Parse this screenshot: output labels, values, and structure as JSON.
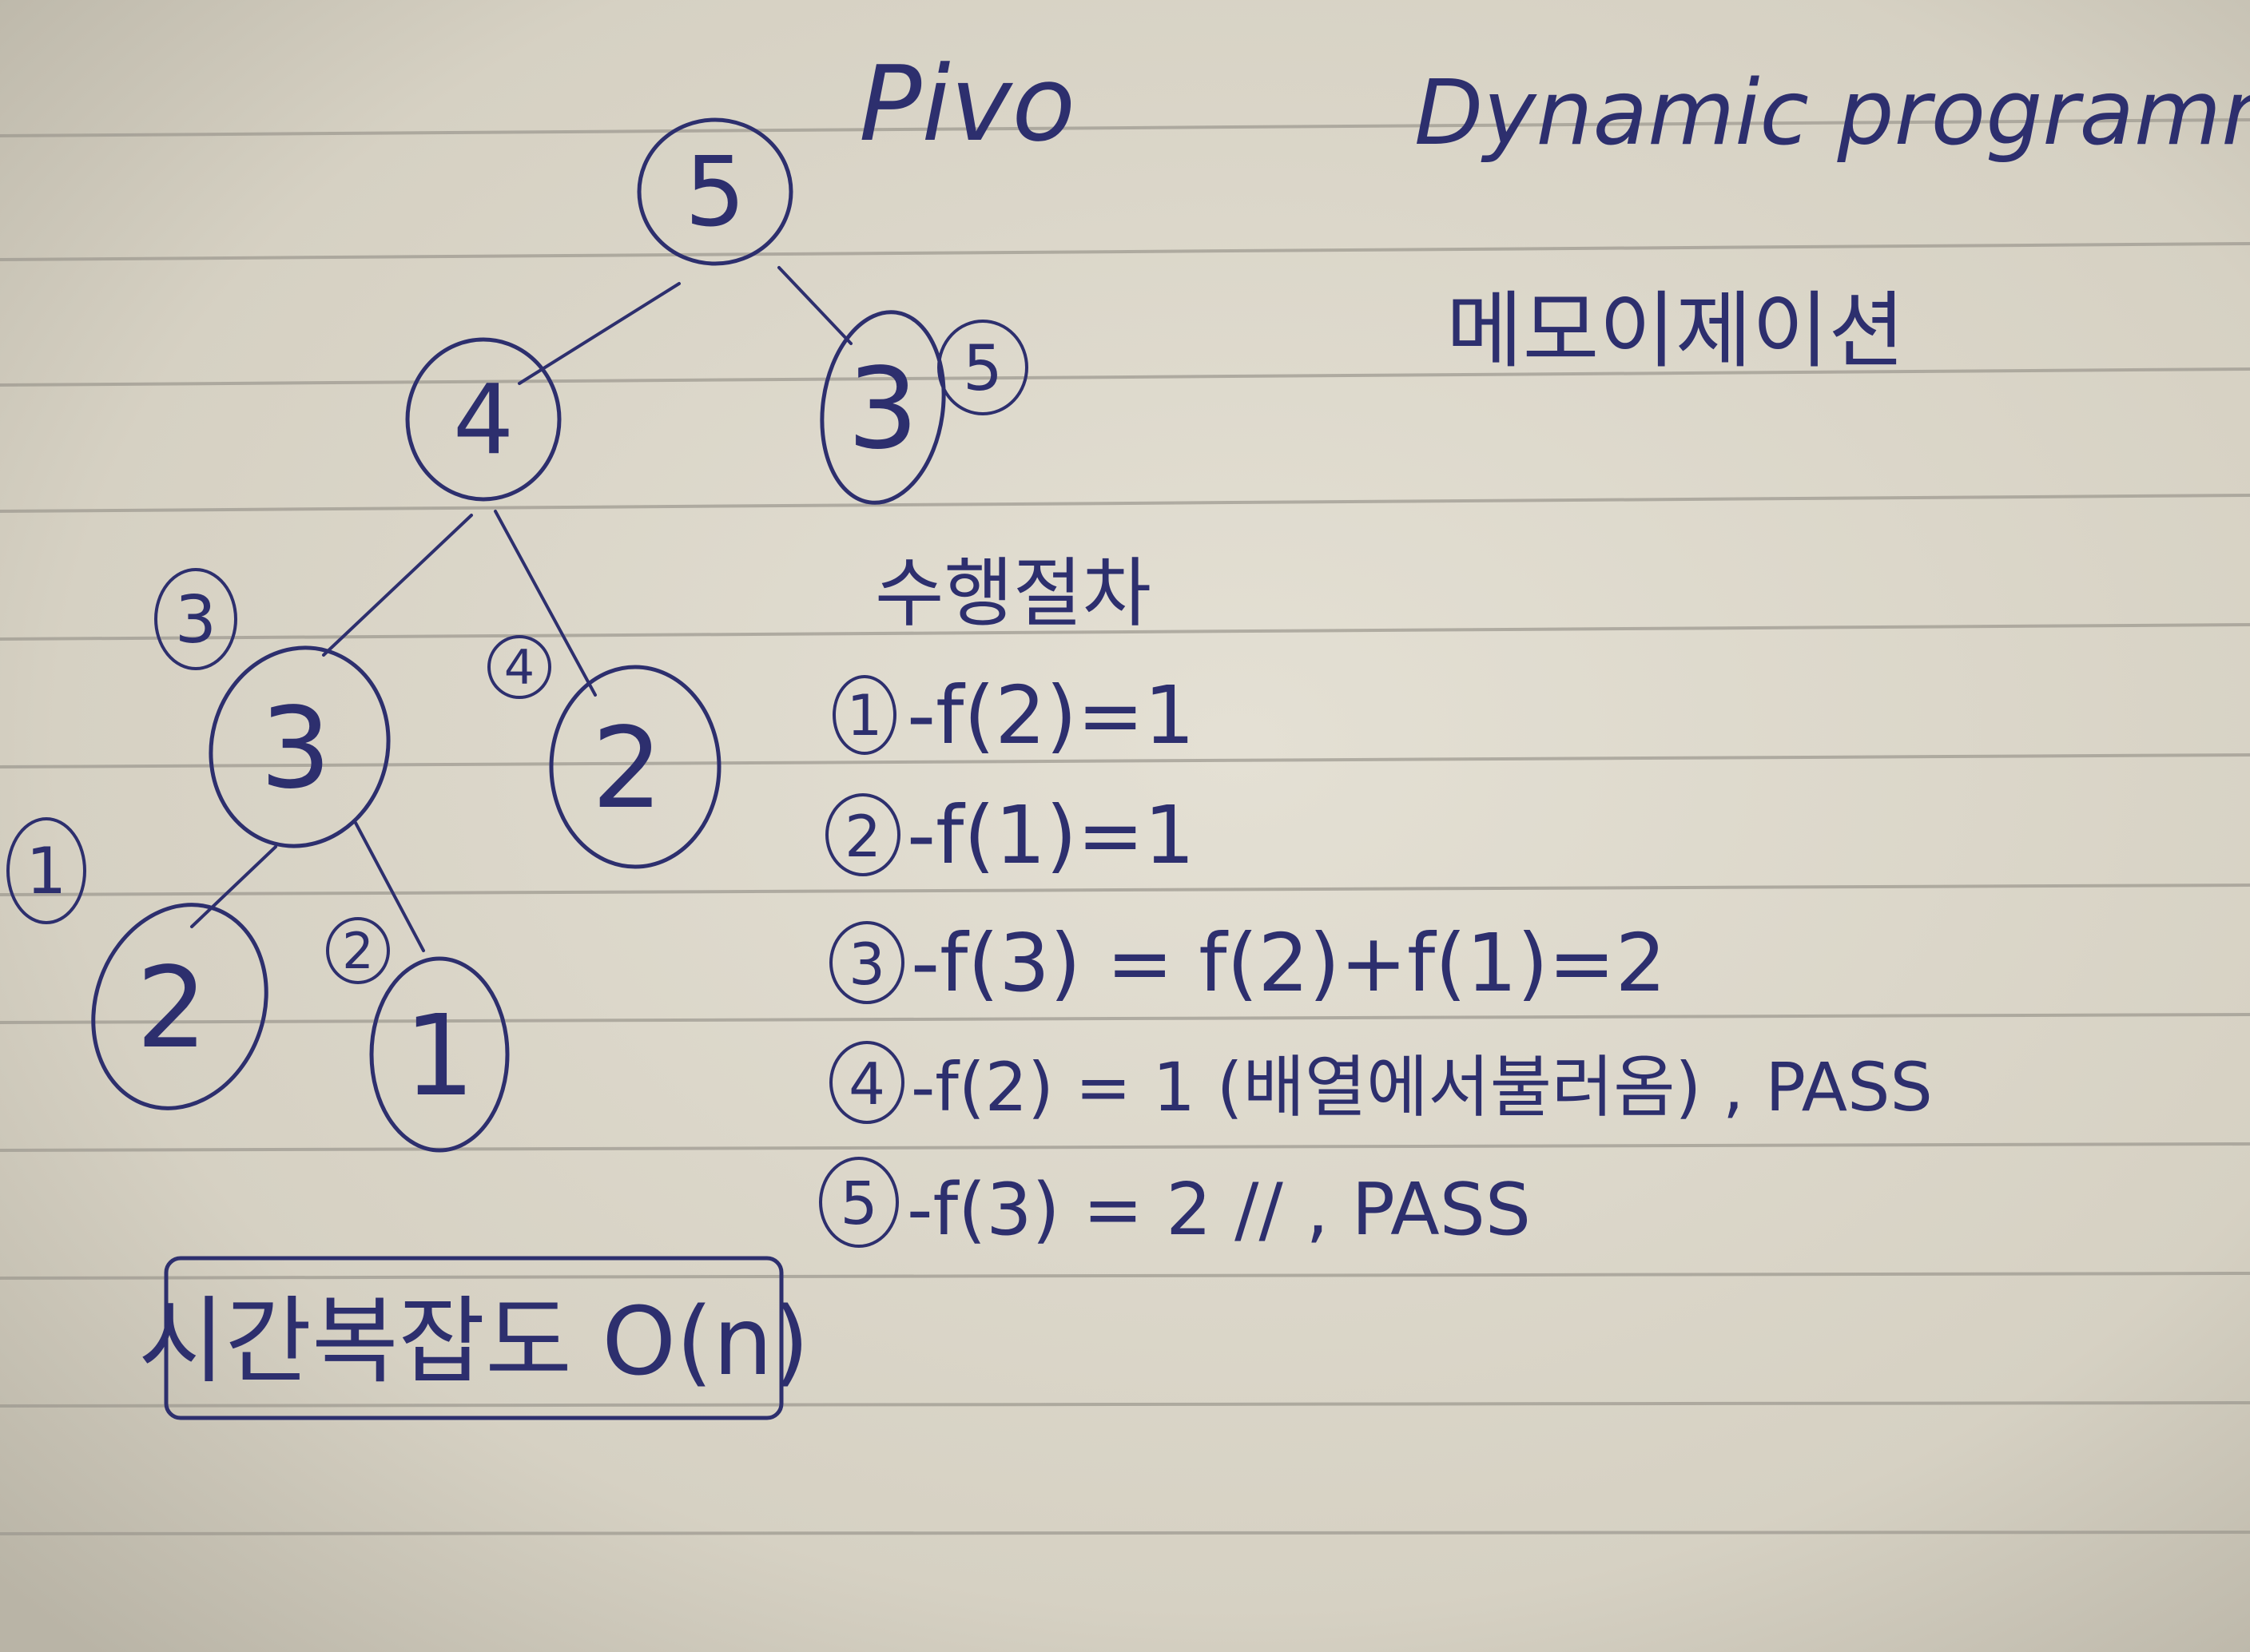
{
  "title": "Pivo",
  "heading": "Dynamic programming",
  "memo_label": "메모이제이션",
  "procedure_label": "수행절차",
  "tree": {
    "nodes": [
      {
        "id": "n5",
        "label": "5"
      },
      {
        "id": "n4",
        "label": "4"
      },
      {
        "id": "n3a",
        "label": "3"
      },
      {
        "id": "n3b",
        "label": "3"
      },
      {
        "id": "n2a",
        "label": "2"
      },
      {
        "id": "n2b",
        "label": "2"
      },
      {
        "id": "n1",
        "label": "1"
      }
    ],
    "edges": [
      [
        "n5",
        "n4"
      ],
      [
        "n5",
        "n3a"
      ],
      [
        "n4",
        "n3b"
      ],
      [
        "n4",
        "n2a"
      ],
      [
        "n3b",
        "n2b"
      ],
      [
        "n3b",
        "n1"
      ]
    ],
    "step_marks": [
      {
        "id": "m1",
        "label": "1"
      },
      {
        "id": "m2",
        "label": "2"
      },
      {
        "id": "m3",
        "label": "3"
      },
      {
        "id": "m4",
        "label": "4"
      },
      {
        "id": "m5",
        "label": "5"
      }
    ]
  },
  "steps": [
    {
      "num": "1",
      "text": "-f(2)=1"
    },
    {
      "num": "2",
      "text": "-f(1)=1"
    },
    {
      "num": "3",
      "text": "-f(3) = f(2)+f(1)=2"
    },
    {
      "num": "4",
      "text": "-f(2) = 1 (배열에서불러옴) , PASS"
    },
    {
      "num": "5",
      "text": "-f(3) = 2        //  , PASS"
    }
  ],
  "complexity": "시간복잡도 O(n)",
  "colors": {
    "ink": "#2d2f6e",
    "paper": "#d9d4c7",
    "rule": "#9b978e"
  }
}
